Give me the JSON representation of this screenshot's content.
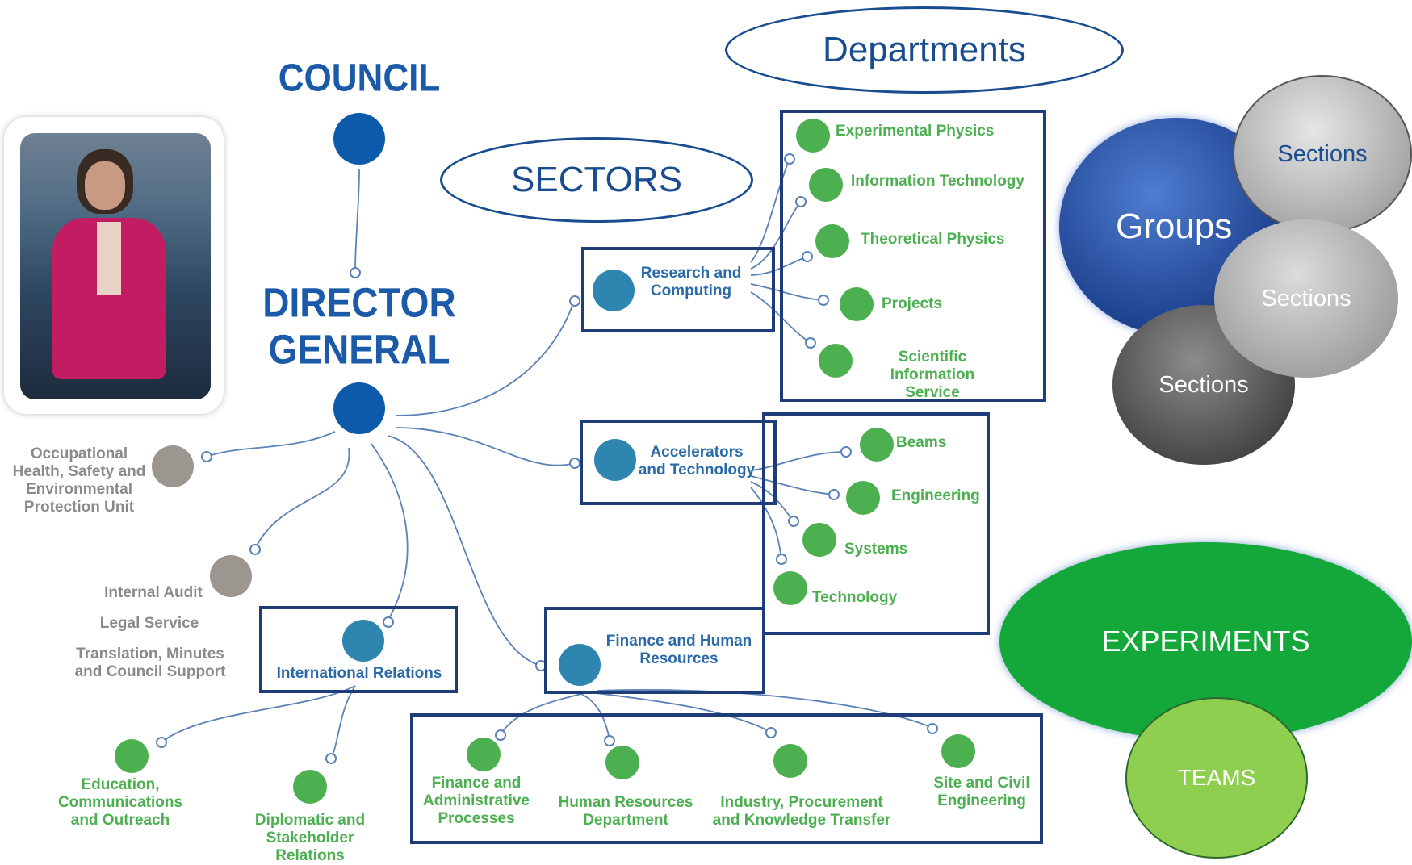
{
  "titles": {
    "council": "COUNCIL",
    "director_general_line1": "DIRECTOR",
    "director_general_line2": "GENERAL"
  },
  "ovals": {
    "departments": "Departments",
    "sectors": "SECTORS"
  },
  "units": {
    "ohs": [
      "Occupational",
      "Health, Safety and",
      "Environmental",
      "Protection Unit"
    ],
    "internal_audit": "Internal Audit",
    "legal_service": "Legal Service",
    "translation": [
      "Translation, Minutes",
      "and Council Support"
    ]
  },
  "sectors": {
    "research": [
      "Research and",
      "Computing"
    ],
    "accelerators": [
      "Accelerators",
      "and Technology"
    ],
    "finance": [
      "Finance and Human",
      "Resources"
    ],
    "international": "International Relations"
  },
  "departments": {
    "research": [
      "Experimental Physics",
      "Information Technology",
      "Theoretical Physics",
      "Projects",
      "Scientific Information\nService"
    ],
    "accelerators": [
      "Beams",
      "Engineering",
      "Systems",
      "Technology"
    ],
    "finance": [
      "Finance and\nAdministrative\nProcesses",
      "Human Resources\nDepartment",
      "Industry, Procurement\nand Knowledge Transfer",
      "Site and Civil\nEngineering"
    ],
    "international": [
      "Education,\nCommunications\nand Outreach",
      "Diplomatic and Stakeholder\nRelations"
    ]
  },
  "legend": {
    "groups": "Groups",
    "sections": "Sections",
    "experiments": "EXPERIMENTS",
    "teams": "TEAMS"
  },
  "colors": {
    "dark_blue_node": "#0d5aab",
    "sector_node": "#2e86b0",
    "department_node": "#4cb050",
    "unit_node": "#9c9690",
    "box_border": "#1d3c78",
    "experiments": "#14a83a",
    "teams": "#8fcf4f"
  }
}
